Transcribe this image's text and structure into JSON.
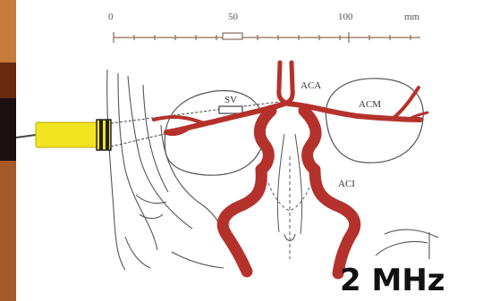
{
  "scale": {
    "ticks": [
      "0",
      "50",
      "100"
    ],
    "unit": "mm"
  },
  "labels": {
    "aca": "ACA",
    "acm": "ACM",
    "aci": "ACI",
    "sv": "SV"
  },
  "frequency_caption": "2 MHz",
  "colors": {
    "artery": "#b5322c",
    "artery_outline": "#7a1a16",
    "probe": "#f2e520",
    "line": "#555555",
    "left_strip": "#9a4a22"
  },
  "icons": {
    "probe": "ultrasound-probe-icon"
  }
}
